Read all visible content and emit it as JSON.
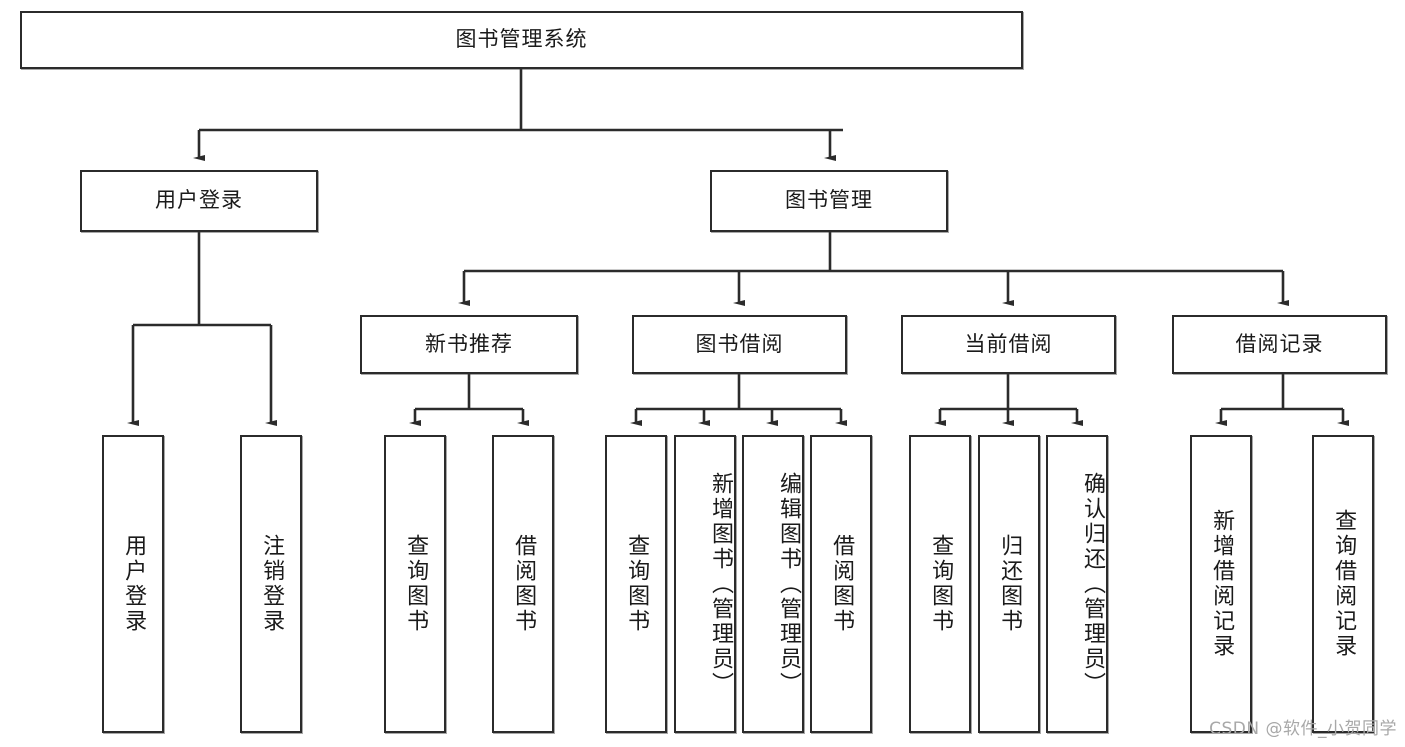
{
  "diagram": {
    "title": "图书管理系统",
    "type": "tree",
    "root": {
      "id": "root",
      "label": "图书管理系统",
      "orientation": "horizontal"
    },
    "level2": [
      {
        "id": "user-login",
        "label": "用户登录",
        "orientation": "horizontal"
      },
      {
        "id": "book-admin",
        "label": "图书管理",
        "orientation": "horizontal"
      }
    ],
    "level3": [
      {
        "id": "new-book-rec",
        "label": "新书推荐",
        "orientation": "horizontal",
        "parent": "book-admin"
      },
      {
        "id": "book-borrow",
        "label": "图书借阅",
        "orientation": "horizontal",
        "parent": "book-admin"
      },
      {
        "id": "current-borrow",
        "label": "当前借阅",
        "orientation": "horizontal",
        "parent": "book-admin"
      },
      {
        "id": "borrow-record",
        "label": "借阅记录",
        "orientation": "horizontal",
        "parent": "book-admin"
      }
    ],
    "leaves": [
      {
        "id": "leaf-user-login",
        "label": "用户登录",
        "orientation": "vertical",
        "parent": "user-login"
      },
      {
        "id": "leaf-user-logout",
        "label": "注销登录",
        "orientation": "vertical",
        "parent": "user-login"
      },
      {
        "id": "leaf-rec-query",
        "label": "查询图书",
        "orientation": "vertical",
        "parent": "new-book-rec"
      },
      {
        "id": "leaf-rec-borrow",
        "label": "借阅图书",
        "orientation": "vertical",
        "parent": "new-book-rec"
      },
      {
        "id": "leaf-borrow-query",
        "label": "查询图书",
        "orientation": "vertical",
        "parent": "book-borrow"
      },
      {
        "id": "leaf-borrow-add",
        "label": "新增图书（管理员）",
        "orientation": "vertical",
        "parent": "book-borrow"
      },
      {
        "id": "leaf-borrow-edit",
        "label": "编辑图书（管理员）",
        "orientation": "vertical",
        "parent": "book-borrow"
      },
      {
        "id": "leaf-borrow-do",
        "label": "借阅图书",
        "orientation": "vertical",
        "parent": "book-borrow"
      },
      {
        "id": "leaf-cur-query",
        "label": "查询图书",
        "orientation": "vertical",
        "parent": "current-borrow"
      },
      {
        "id": "leaf-cur-return",
        "label": "归还图书",
        "orientation": "vertical",
        "parent": "current-borrow"
      },
      {
        "id": "leaf-cur-confirm",
        "label": "确认归还（管理员）",
        "orientation": "vertical",
        "parent": "current-borrow"
      },
      {
        "id": "leaf-rec-add",
        "label": "新增借阅记录",
        "orientation": "vertical",
        "parent": "borrow-record"
      },
      {
        "id": "leaf-rec-query2",
        "label": "查询借阅记录",
        "orientation": "vertical",
        "parent": "borrow-record"
      }
    ]
  },
  "watermark": {
    "text": "CSDN @软件_小贺同学"
  },
  "colors": {
    "stroke": "#2b2b2b",
    "fill": "#ffffff",
    "text": "#1a1a1a",
    "watermark": "#a8a8a8"
  }
}
